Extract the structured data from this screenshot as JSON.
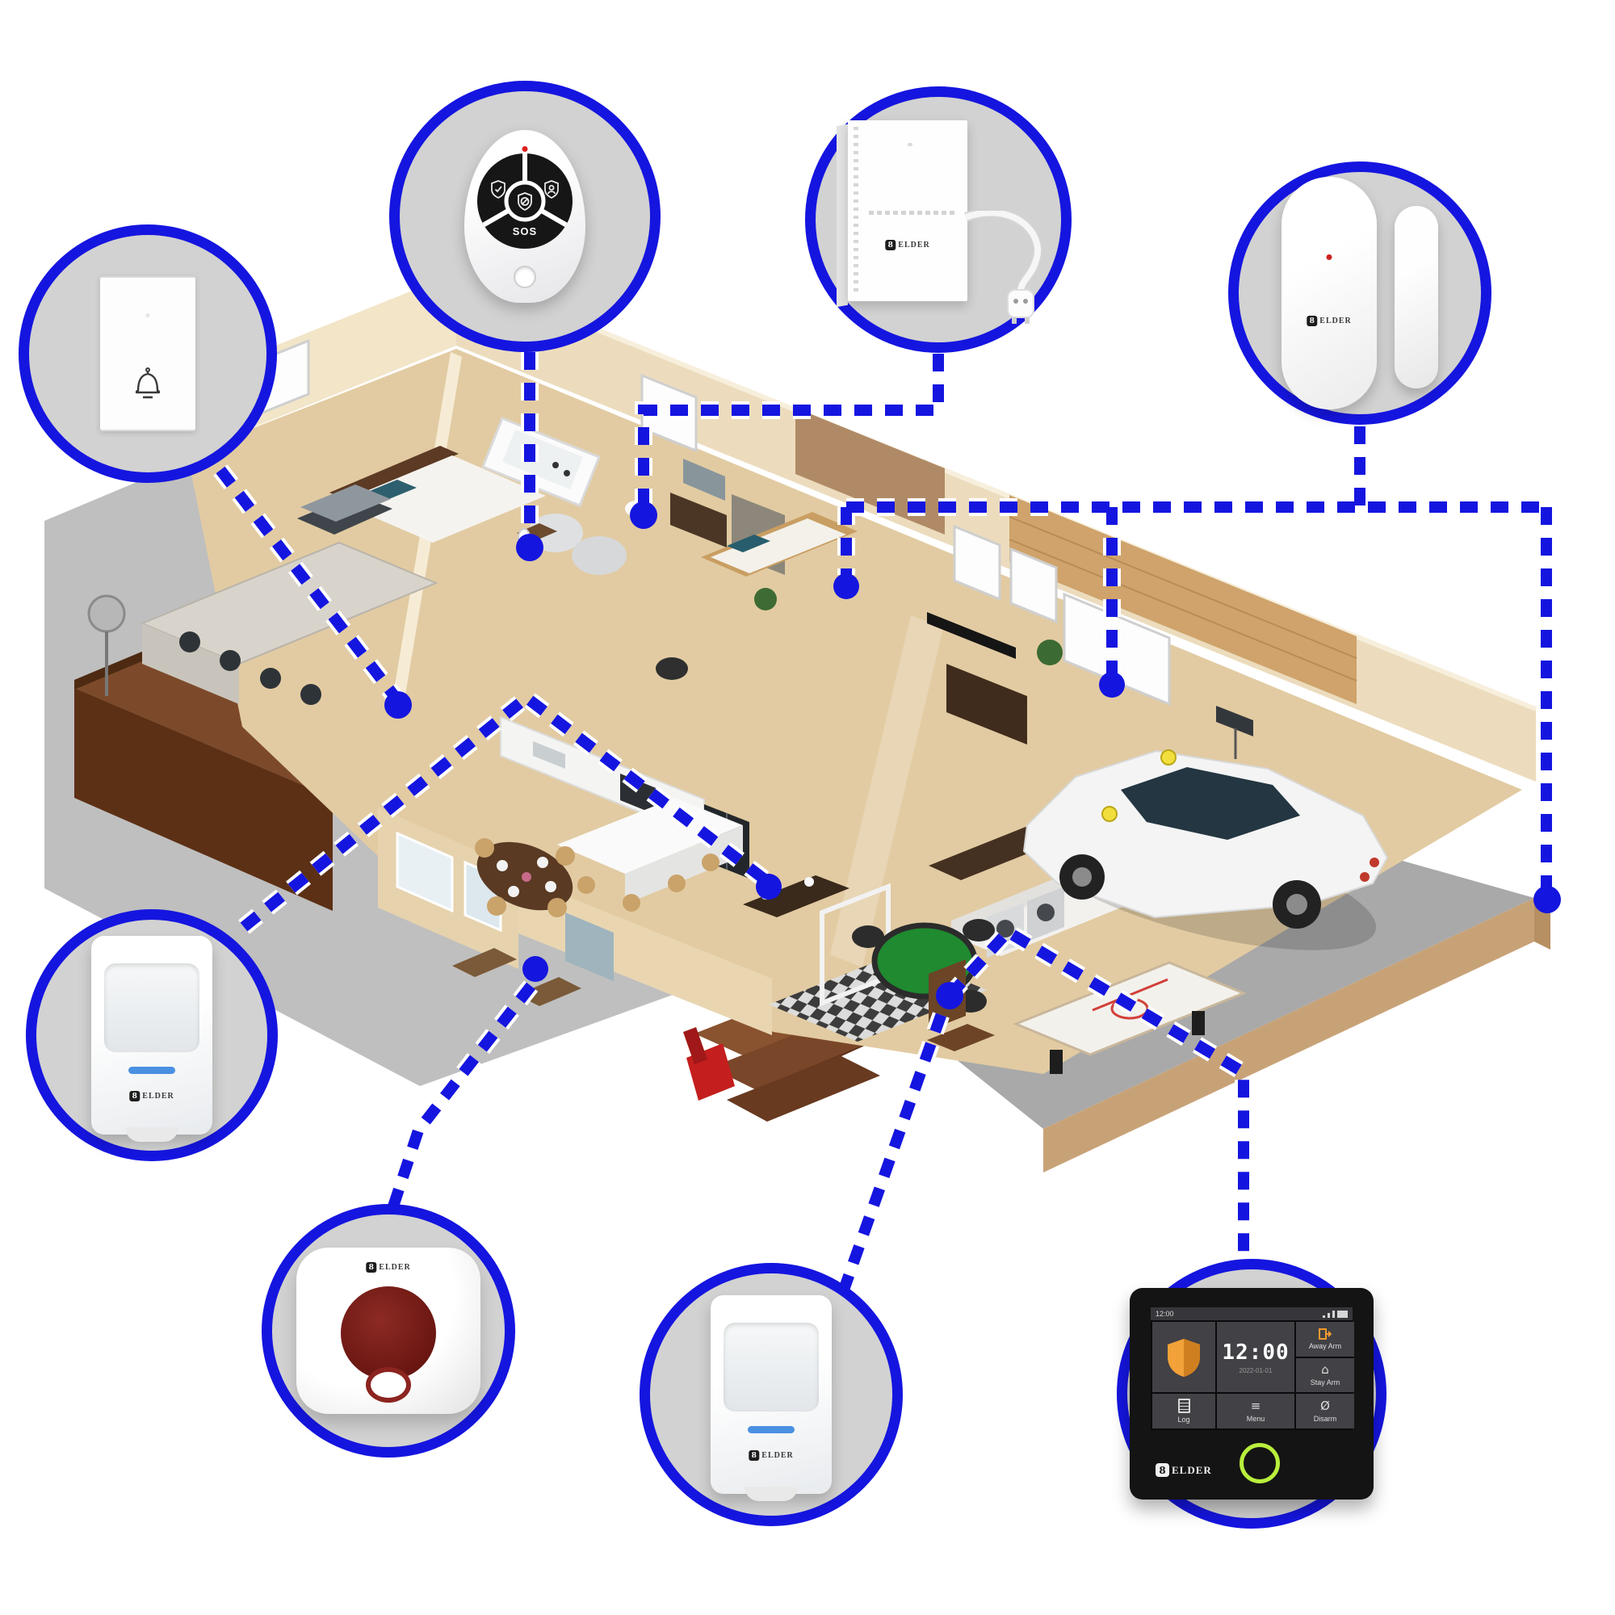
{
  "brand": {
    "logo_text": "ELDER"
  },
  "remote": {
    "sos_label": "SOS"
  },
  "panel": {
    "status_time": "12:00",
    "clock_time": "12:00",
    "clock_date": "2022-01-01",
    "away_arm": "Away Arm",
    "stay_arm": "Stay Arm",
    "log": "Log",
    "menu": "Menu",
    "disarm": "Disarm"
  },
  "colors": {
    "accent_blue": "#1515e0",
    "circle_fill": "#d2d2d2",
    "siren_red": "#7c201c",
    "panel_orange": "#f2a238",
    "panel_green_ring": "#b9ef3c",
    "pir_led_blue": "#4a90e2"
  },
  "callouts": [
    {
      "id": "doorbell",
      "icon": "bell-icon"
    },
    {
      "id": "sos-remote",
      "icon": "shield-check-icon"
    },
    {
      "id": "gas-detector",
      "icon": "elder-logo"
    },
    {
      "id": "door-window-sensor",
      "icon": "elder-logo"
    },
    {
      "id": "pir-motion-sensor-left",
      "icon": "elder-logo"
    },
    {
      "id": "strobe-siren",
      "icon": "elder-logo"
    },
    {
      "id": "pir-motion-sensor-bottom",
      "icon": "elder-logo"
    },
    {
      "id": "alarm-control-panel",
      "icon": "elder-logo"
    }
  ]
}
